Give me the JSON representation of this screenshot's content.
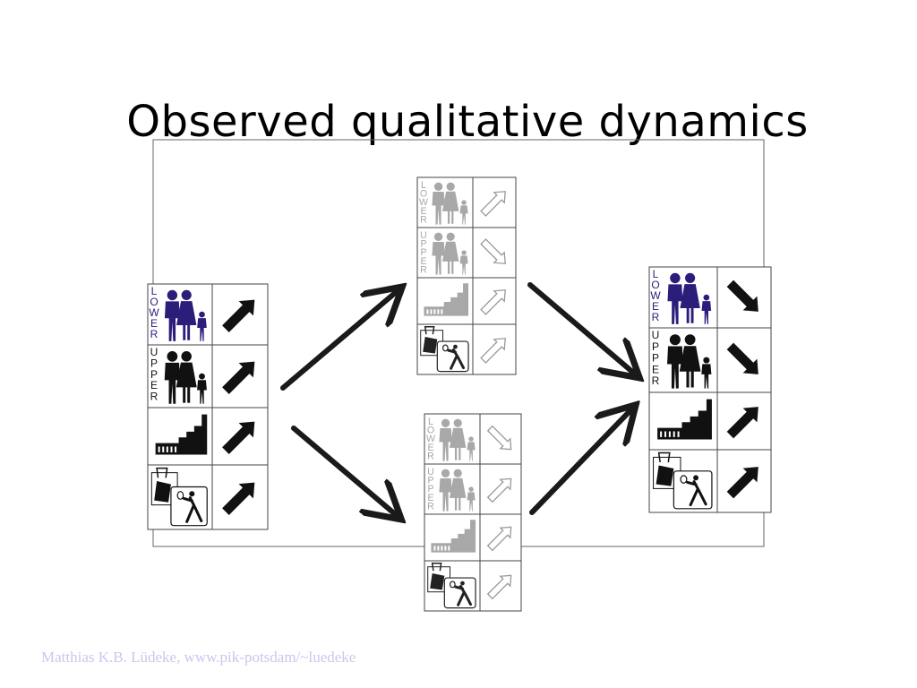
{
  "title": "Observed qualitative dynamics",
  "footer": "Matthias K.B. Lüdeke, www.pik-potsdam/~luedeke",
  "row_labels": {
    "lower": "LOWER",
    "upper": "UPPER"
  },
  "colors": {
    "initial_people": "#2b1e7a",
    "final_people": "#2b1e7a",
    "dark": "#111111",
    "faded": "#a8a8a8",
    "arrow": "#1a1a1a",
    "lower_label": "#2b1e7a"
  },
  "states": [
    {
      "id": "initial",
      "style": "dark",
      "rows": [
        {
          "icon": "family-lower-icon",
          "trend": "up"
        },
        {
          "icon": "family-upper-icon",
          "trend": "up"
        },
        {
          "icon": "factory-icon",
          "trend": "up"
        },
        {
          "icon": "leisure-icon",
          "trend": "up"
        }
      ]
    },
    {
      "id": "upper-intermediate",
      "style": "faded",
      "rows": [
        {
          "icon": "family-lower-icon",
          "trend": "up"
        },
        {
          "icon": "family-upper-icon",
          "trend": "down"
        },
        {
          "icon": "factory-icon",
          "trend": "up"
        },
        {
          "icon": "leisure-icon",
          "trend": "up"
        }
      ]
    },
    {
      "id": "lower-intermediate",
      "style": "faded",
      "rows": [
        {
          "icon": "family-lower-icon",
          "trend": "down"
        },
        {
          "icon": "family-upper-icon",
          "trend": "up"
        },
        {
          "icon": "factory-icon",
          "trend": "up"
        },
        {
          "icon": "leisure-icon",
          "trend": "up"
        }
      ]
    },
    {
      "id": "final",
      "style": "dark",
      "rows": [
        {
          "icon": "family-lower-icon",
          "trend": "down"
        },
        {
          "icon": "family-upper-icon",
          "trend": "down"
        },
        {
          "icon": "factory-icon",
          "trend": "up"
        },
        {
          "icon": "leisure-icon",
          "trend": "up"
        }
      ]
    }
  ],
  "transitions": [
    {
      "from": "initial",
      "to": "upper-intermediate"
    },
    {
      "from": "initial",
      "to": "lower-intermediate"
    },
    {
      "from": "upper-intermediate",
      "to": "final"
    },
    {
      "from": "lower-intermediate",
      "to": "final"
    }
  ]
}
